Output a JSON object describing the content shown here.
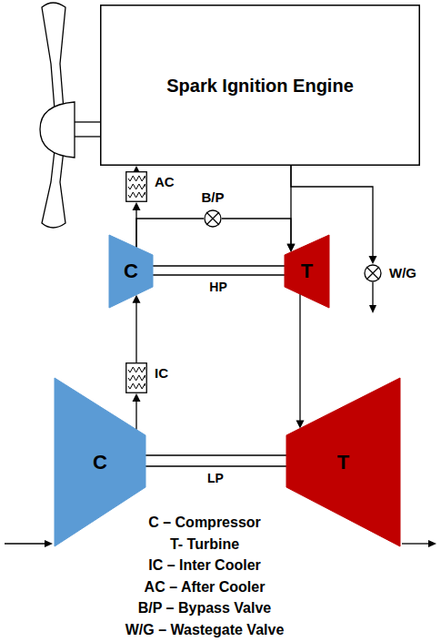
{
  "diagram": {
    "nodes": [
      {
        "text": [
          "Spark Ignition Engine"
        ]
      },
      {
        "text": [
          "AC"
        ]
      },
      {
        "text": [
          "B/P"
        ]
      },
      {
        "text": [
          "C"
        ]
      },
      {
        "text": [
          "T"
        ]
      },
      {
        "text": [
          "W/G"
        ]
      },
      {
        "text": [
          "IC"
        ]
      },
      {
        "text": [
          "C"
        ]
      },
      {
        "text": [
          "T"
        ]
      }
    ],
    "edges": [
      {
        "from": 7,
        "to": 6,
        "arrow": "to"
      },
      {
        "from": 6,
        "to": 3,
        "arrow": "to"
      },
      {
        "from": 3,
        "to": 1,
        "arrow": "to"
      },
      {
        "from": 1,
        "to": 0,
        "arrow": "to"
      },
      {
        "from": 3,
        "to": 2,
        "arrow": "none"
      },
      {
        "from": 2,
        "to": 4,
        "arrow": "to"
      },
      {
        "from": 0,
        "to": 4,
        "arrow": "to"
      },
      {
        "from": 0,
        "to": 5,
        "arrow": "to"
      },
      {
        "from": 4,
        "to": 8,
        "arrow": "to"
      }
    ],
    "labels": [
      "HP",
      "LP",
      "C – Compressor",
      "T- Turbine",
      "IC – Inter Cooler",
      "AC – After Cooler",
      "B/P – Bypass Valve",
      "W/G – Wastegate Valve"
    ]
  }
}
